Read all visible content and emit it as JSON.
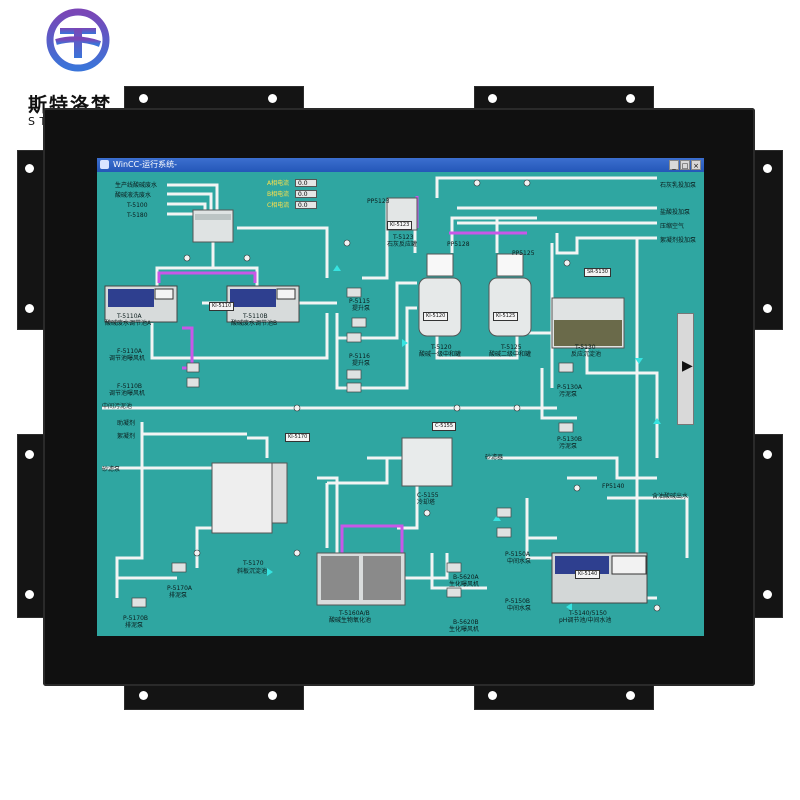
{
  "brand": {
    "name_cn": "斯特洛梵",
    "name_en": "STROVAN",
    "colors": {
      "top": "#6a4bb8",
      "bottom": "#3f6fd6"
    }
  },
  "window": {
    "title": "WinCC-运行系统-",
    "min": "_",
    "max": "□",
    "close": "×"
  },
  "left_inputs": [
    "生产线酸碱废水",
    "酸碱液洗废水",
    "T-5100",
    "T-5180"
  ],
  "phase_labels": [
    "A相电流",
    "B相电流",
    "C相电流"
  ],
  "phase_values": [
    "0.0",
    "0.0",
    "0.0"
  ],
  "right_outputs": [
    "石灰乳投加泵",
    "盐酸投加泵",
    "压缩空气",
    "絮凝剂投加泵"
  ],
  "left_mid": [
    "中间污泥池",
    "助凝剂",
    "絮凝剂",
    "砂滤泵"
  ],
  "mixers": [
    "KI-5110",
    "KI-5120",
    "KI-5125",
    "SR-5130",
    "KI-5123",
    "KI-5170",
    "KI-5140",
    "C-5155"
  ],
  "dosing": [
    "PP5123",
    "PP5128",
    "PP5125",
    "FP5140"
  ],
  "labels": {
    "t5110a": "T-5110A",
    "t5110a_name": "酸碱废水调节池A",
    "t5110b": "T-5110B",
    "t5110b_name": "酸碱废水调节池B",
    "f5110a": "F-5110A",
    "f5110a_name": "调节池曝风机",
    "f5110b": "F-5110B",
    "f5110b_name": "调节池曝风机",
    "p5115": "P-5115",
    "p5115_name": "提升泵",
    "p5116": "P-5116",
    "p5116_name": "提升泵",
    "t5123": "T-5123",
    "t5123_name": "石灰反应罐",
    "t5120": "T-5120",
    "t5120_name": "酸碱一级中和罐",
    "t5125": "T-5125",
    "t5125_name": "酸碱二级中和罐",
    "t5130": "T-5130",
    "t5130_name": "反应沉淀池",
    "p5130a": "P-5130A",
    "p5130a_name": "污泥泵",
    "p5130b": "P-5130B",
    "p5130b_name": "污泥泵",
    "drain": "砂滤器",
    "t5170": "T-5170",
    "t5170_name": "斜板沉淀池",
    "p5170a": "P-5170A",
    "p5170a_name": "排泥泵",
    "p5170b": "P-5170B",
    "p5170b_name": "排泥泵",
    "c5155": "C-5155",
    "c5155_name": "冷却塔",
    "t5160": "T-5160A/B",
    "t5160_name": "酸碱生物氧化池",
    "b5620a": "B-5620A",
    "b5620a_name": "生化曝风机",
    "b5620b": "B-5620B",
    "b5620b_name": "生化曝风机",
    "p5150a": "P-5150A",
    "p5150a_name": "中间水泵",
    "p5150b": "P-5150B",
    "p5150b_name": "中间水泵",
    "t5140": "T-5140/5150",
    "t5140_name": "pH调节池/中间水池",
    "outflow": "含油酸碱出水"
  },
  "colors": {
    "screen_bg": "#2fa6a1",
    "pipe_water": "#f2f4f4",
    "pipe_air": "#c857e8",
    "bezel": "#101010"
  },
  "icons": {
    "scroll": "right-arrow-icon"
  }
}
